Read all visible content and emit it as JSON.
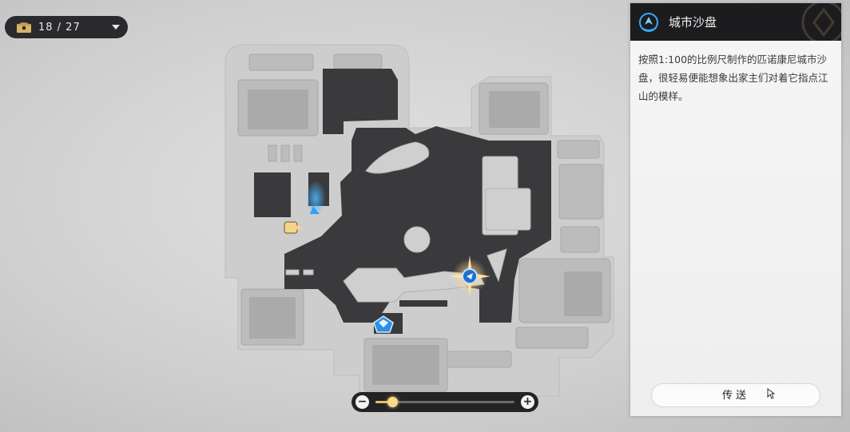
{
  "counter": {
    "value": "18 / 27",
    "icon": "chest-icon"
  },
  "zoom": {
    "level": 0.12,
    "minus": "−",
    "plus": "+"
  },
  "panel": {
    "title": "城市沙盘",
    "description": "按照1:100的比例尺制作的匹诺康尼城市沙盘，很轻易便能想象出家主们对着它指点江山的模样。",
    "teleport_label": "传送"
  },
  "colors": {
    "accent_gold": "#e7c16c",
    "accent_blue": "#3aa8ff",
    "panel_header": "#1c1c1f"
  }
}
